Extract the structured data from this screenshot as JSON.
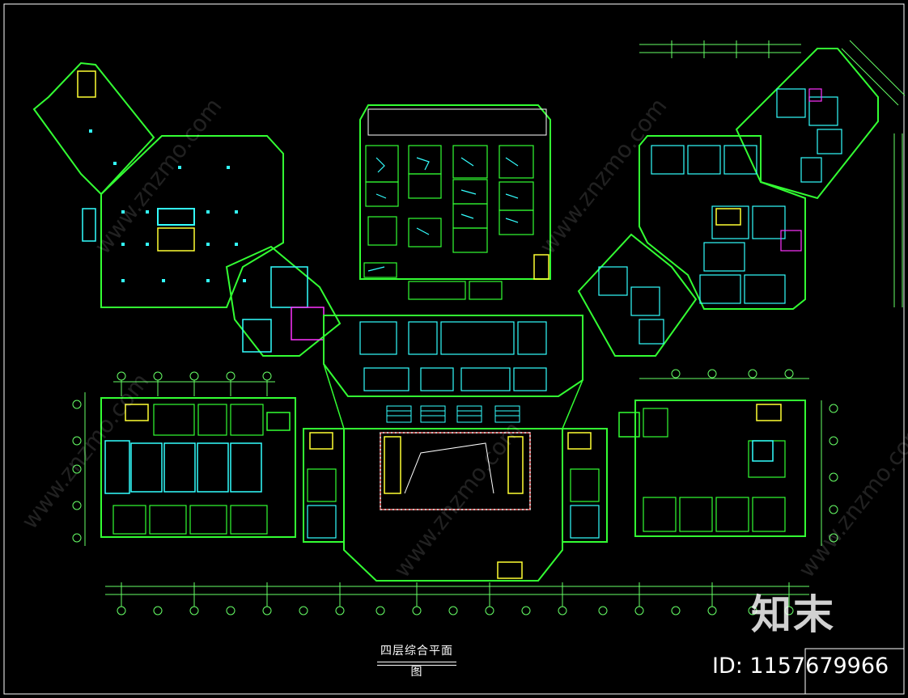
{
  "drawing": {
    "title": "四层综合平面图",
    "background": "#000000",
    "colors": {
      "wall": "#33ff33",
      "room": "#33ffff",
      "grid": "#66ff66",
      "stair": "#ffff33",
      "accent": "#ff33ff",
      "furniture": "#ffffff",
      "frame": "#ffffff"
    }
  },
  "watermark": {
    "brand": "知末",
    "image_id": "ID: 1157679966",
    "pattern_text": "www.znzmo.com"
  }
}
